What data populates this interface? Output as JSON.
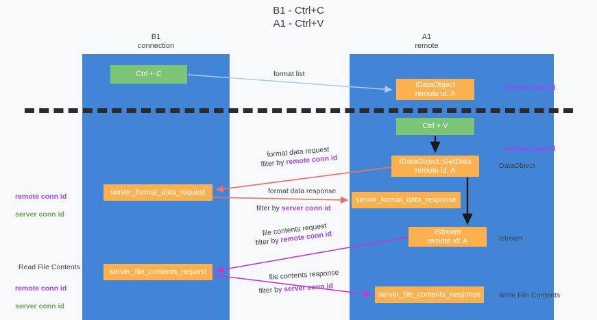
{
  "title": "B1 - Ctrl+C\nA1 - Ctrl+V",
  "columns": {
    "b1": "B1\nconnection",
    "a1": "A1\nremote"
  },
  "nodes": {
    "ctrl_c": "Ctrl + C",
    "idataobject": "IDataObject\nremote id: A",
    "ctrl_v": "Ctrl + V",
    "getdata": "IDataObject::GetData\nremote id: A",
    "server_format_data_request": "server_format_data_request",
    "server_format_data_response": "server_format_data_response",
    "istream": "IStream\nremote id: A",
    "server_file_contents_request": "server_file_contents_request",
    "server_file_contents_response": "server_file_contents_response"
  },
  "edges": {
    "format_list": "format list",
    "format_data_request": "format data request",
    "format_data_request_filter_prefix": "filter by ",
    "format_data_request_filter_key": "remote conn id",
    "format_data_response": "format data response",
    "format_data_response_filter_prefix": "filter by ",
    "format_data_response_filter_key": "server conn id",
    "file_contents_request": "file contents request",
    "file_contents_request_filter_prefix": "filter by ",
    "file_contents_request_filter_key": "remote conn id",
    "file_contents_response": "file contents response",
    "file_contents_response_filter_prefix": "filter by ",
    "file_contents_response_filter_key": "server conn id"
  },
  "annotations": {
    "remote_conn_id_top": "remote conn id",
    "remote_conn_id_mid": "remote conn id",
    "dataobject": "DataObject",
    "istream": "Istream",
    "write_file_contents": "Write File Contents",
    "read_file_contents": "Read File Contents",
    "remote_conn_id_left": "remote conn id",
    "server_conn_id_left": "server conn id",
    "remote_conn_id_left2": "remote conn id",
    "server_conn_id_left2": "server conn id"
  },
  "colors": {
    "lane": "#4285d7",
    "green_node": "#7cc576",
    "orange_node": "#fcb04e",
    "purple_text": "#a142f4",
    "green_text": "#6aa84f",
    "arrow_blue": "#a8cdf0",
    "arrow_red": "#e8736a",
    "arrow_magenta": "#c936c9",
    "arrow_black": "#1a1a1a",
    "divider": "#2b2b2b",
    "background": "#f8f9fa"
  }
}
